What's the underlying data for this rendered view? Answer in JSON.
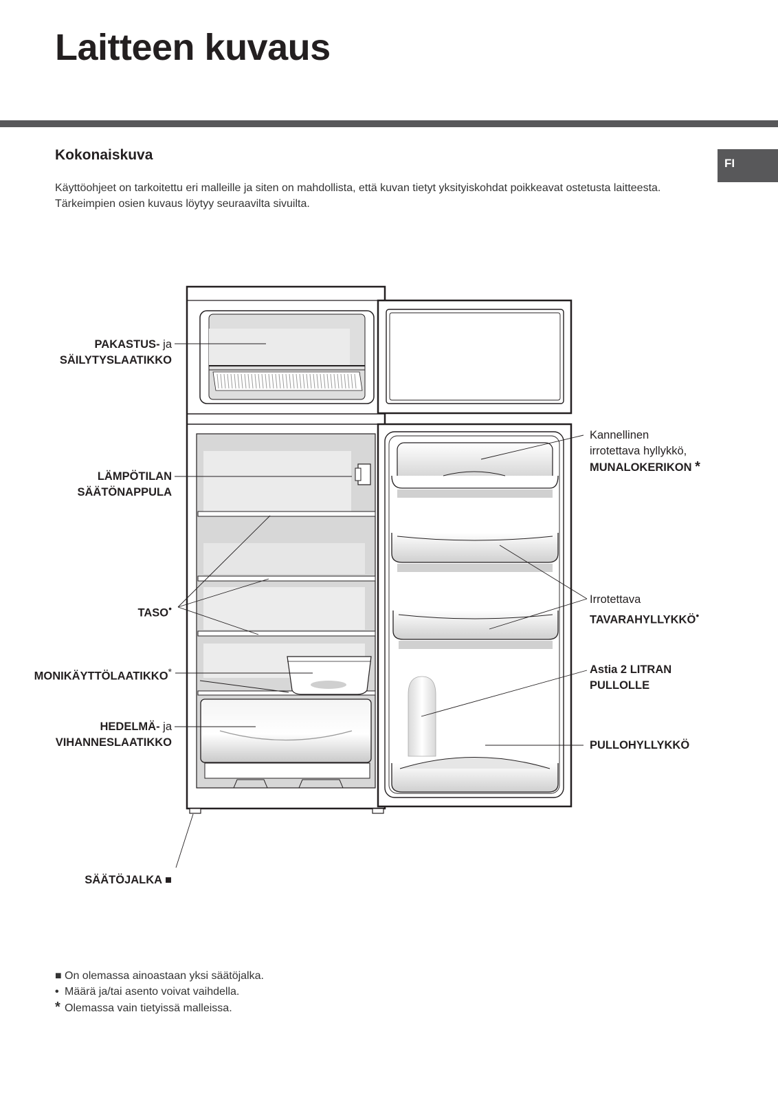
{
  "page": {
    "title": "Laitteen kuvaus",
    "language_tab": "FI"
  },
  "section": {
    "title": "Kokonaiskuva",
    "intro": "Käyttöohjeet on tarkoitettu eri malleille ja siten on mahdollista, että kuvan tietyt yksityiskohdat poikkeavat ostetusta laitteesta. Tärkeimpien osien kuvaus löytyy seuraavilta sivuilta."
  },
  "labels": {
    "freezer_box": {
      "bold": "PAKASTUS-",
      "thin": " ja",
      "line2": "SÄILYTYSLAATIKKO"
    },
    "thermostat": {
      "line1": "LÄMPÖTILAN",
      "line2": "SÄÄTÖNAPPULA"
    },
    "shelf": {
      "bold": "TASO",
      "mark": "•"
    },
    "multi_box": {
      "bold": "MONIKÄYTTÖLAATIKKO",
      "mark": "*"
    },
    "crisper": {
      "bold": "HEDELMÄ-",
      "thin": " ja",
      "line2": "VIHANNESLAATIKKO"
    },
    "foot": {
      "text": "SÄÄTÖJALKA ■"
    },
    "egg_shelf": {
      "line1": "Kannellinen",
      "line2": "irrotettava hyllykkö,",
      "bold": "MUNALOKERIKON",
      "mark": "*"
    },
    "door_shelf": {
      "line1": "Irrotettava",
      "bold": "TAVARAHYLLYKKÖ",
      "mark": "•"
    },
    "bottle_holder": {
      "line1": "Astia 2 LITRAN",
      "line2": "PULLOLLE"
    },
    "bottle_shelf": {
      "text": "PULLOHYLLYKKÖ"
    }
  },
  "footnotes": [
    {
      "mark": "■",
      "text": "On olemassa ainoastaan yksi säätöjalka."
    },
    {
      "mark": "•",
      "text": "Määrä ja/tai asento voivat vaihdella."
    },
    {
      "mark": "*",
      "text": "Olemassa vain tietyissä malleissa."
    }
  ]
}
